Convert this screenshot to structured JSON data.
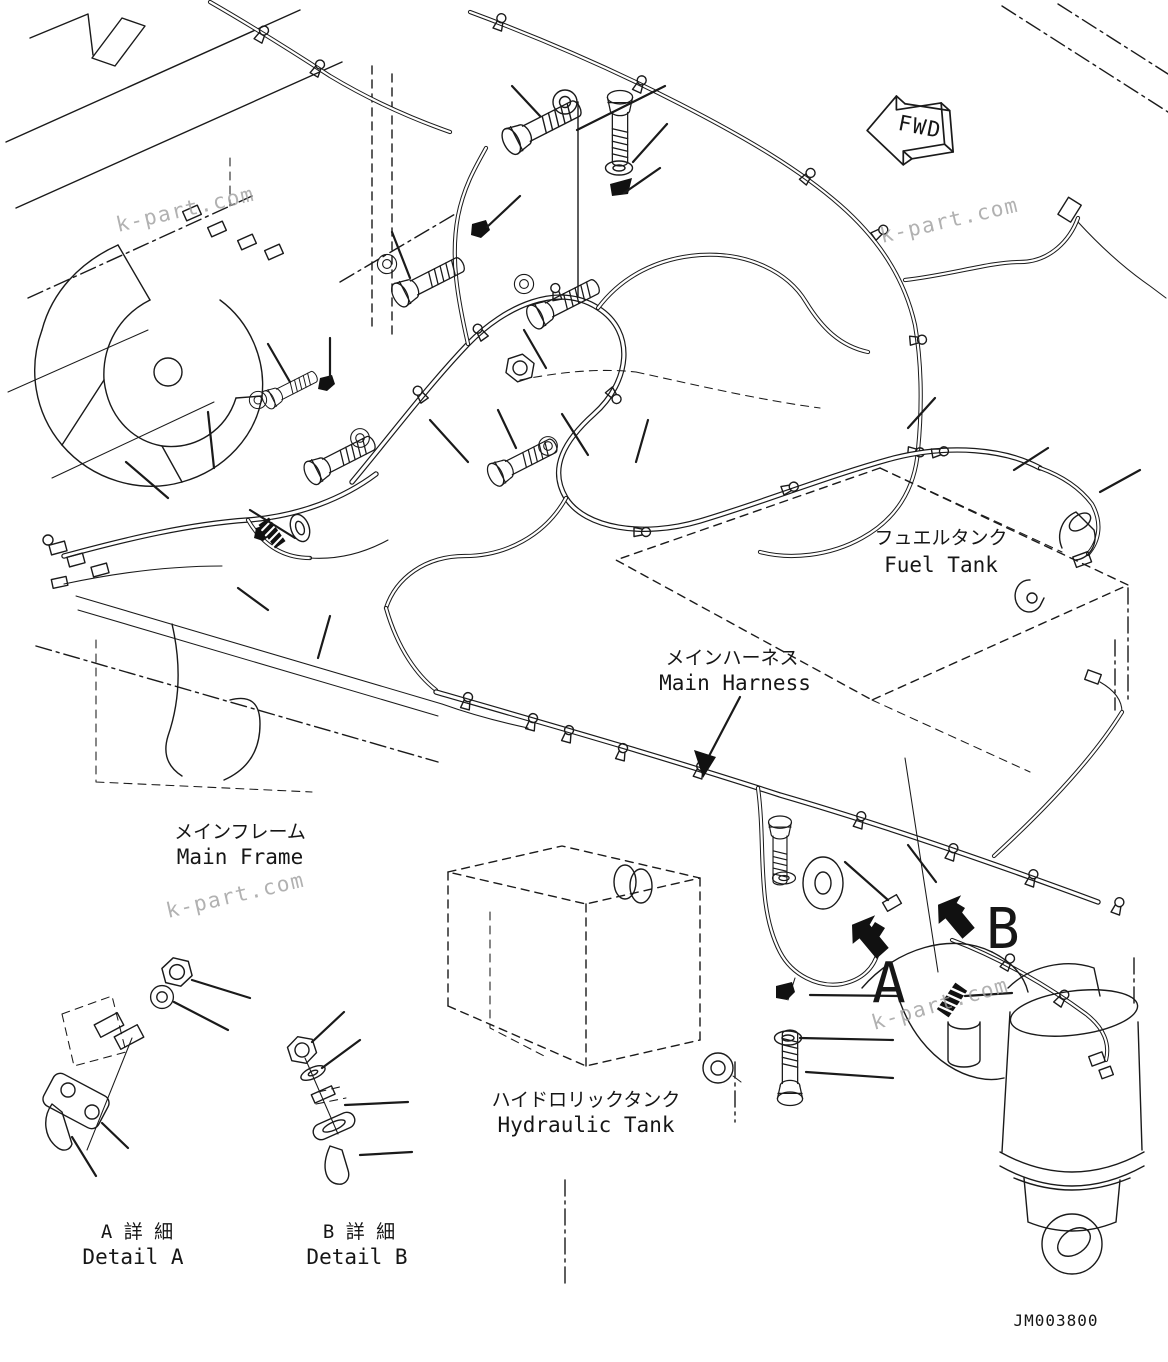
{
  "diagram": {
    "background": "#ffffff",
    "line_color": "#1a1a1a",
    "watermark_color": "#9e9e9e",
    "arrow_fill": "#000000",
    "drawing_number": "JM003800",
    "direction_arrow_label": "FWD",
    "watermark_text": "k-part.com",
    "labels": {
      "fuel_tank": {
        "jp": "フュエルタンク",
        "en": "Fuel Tank"
      },
      "main_harness": {
        "jp": "メインハーネス",
        "en": "Main Harness"
      },
      "main_frame": {
        "jp": "メインフレーム",
        "en": "Main Frame"
      },
      "hydraulic_tank": {
        "jp": "ハイドロリックタンク",
        "en": "Hydraulic Tank"
      },
      "detail_a": {
        "jp": "A 詳 細",
        "en": "Detail A"
      },
      "detail_b": {
        "jp": "B 詳 細",
        "en": "Detail B"
      }
    },
    "callouts": {
      "a": "A",
      "b": "B"
    },
    "icons": {
      "fwd_arrow": "3d-outline-arrow-pointing-left",
      "detail_pointer": "solid-black-arrow-up-left",
      "fasteners": [
        "bolt",
        "washer",
        "nut",
        "clamp",
        "u-bolt",
        "stud"
      ]
    }
  }
}
